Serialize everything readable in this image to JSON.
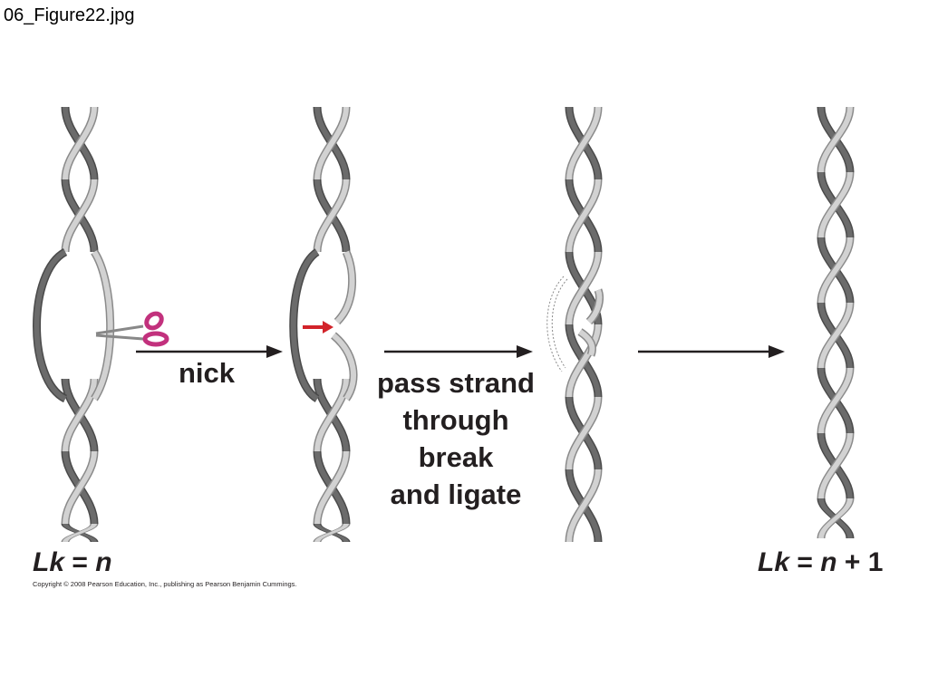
{
  "window": {
    "filename": "06_Figure22.jpg"
  },
  "steps": {
    "nick_label": "nick",
    "pass_label_lines": [
      "pass strand",
      "through",
      "break",
      "and ligate"
    ]
  },
  "labels": {
    "lk_start": {
      "prefix": "Lk",
      "equals": " = ",
      "var": "n"
    },
    "lk_end": {
      "prefix": "Lk",
      "equals": " = ",
      "var": "n",
      "suffix": " + 1"
    }
  },
  "copyright": "Copyright © 2008 Pearson Education, Inc., publishing as Pearson Benjamin Cummings.",
  "icons": [
    "scissors-icon",
    "red-arrow-icon"
  ],
  "colors": {
    "dark_strand": "#5a5a5a",
    "light_strand": "#c8c8c8",
    "strand_outline": "#7a7a7a",
    "arrow": "#231f20",
    "scissors": "#c2317d",
    "red_arrow": "#d2232a"
  }
}
